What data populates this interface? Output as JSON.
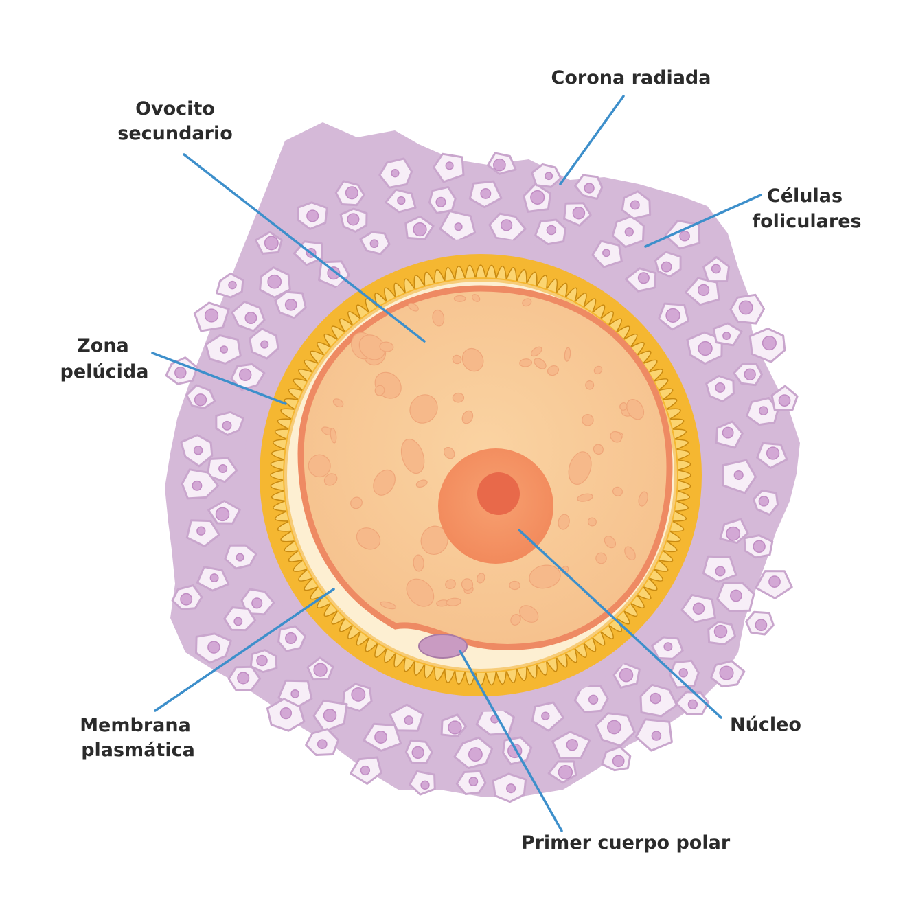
{
  "labels": {
    "corona_radiada": "Corona radiada",
    "ovocito_line1": "Ovocito",
    "ovocito_line2": "secundario",
    "celulas_line1": "Células",
    "celulas_line2": "foliculares",
    "zona_line1": "Zona",
    "zona_line2": "pelúcida",
    "membrana_line1": "Membrana",
    "membrana_line2": "plasmática",
    "nucleo": "Núcleo",
    "cuerpo_polar": "Primer cuerpo polar"
  },
  "colors": {
    "leader_line": "#3d8fcb",
    "corona": "#d5b9d8",
    "follicle_cell_fill": "#f7eef7",
    "follicle_cell_stroke": "#c9a6cd",
    "follicle_nucleus": "#c58fc8",
    "zona_pellucida": "#f5b731",
    "perivitelline_space": "#fdefd2",
    "oocyte_membrane": "#ee8a63",
    "cytoplasm": "#f8c895",
    "nucleus": "#f49364",
    "nucleolus": "#e8694a",
    "polar_body": "#c99bc2",
    "text": "#2b2b2b"
  }
}
